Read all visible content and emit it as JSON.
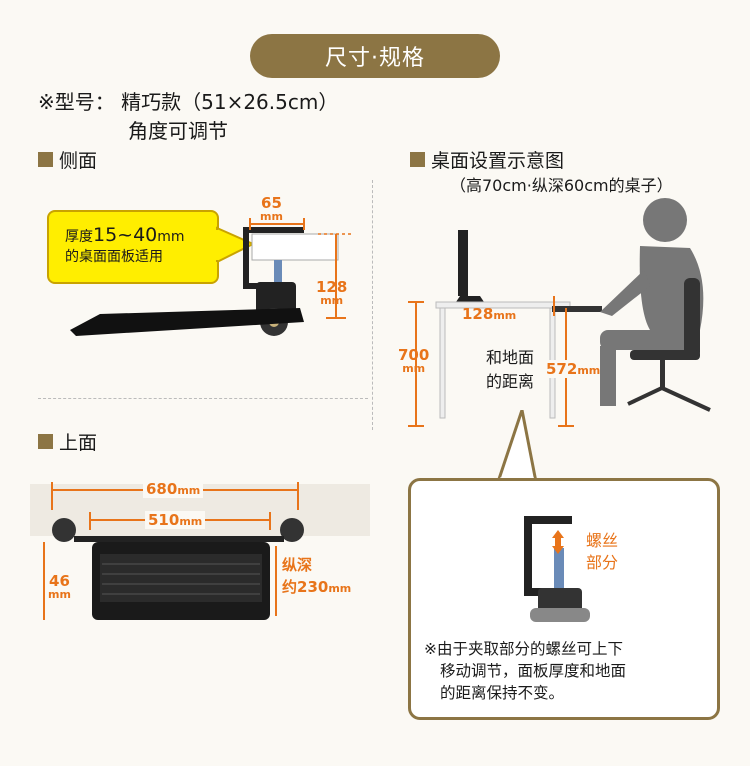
{
  "banner": {
    "title": "尺寸·规格"
  },
  "model": {
    "line1": "※型号：  精巧款（51×26.5cm）",
    "line2": "角度可调节"
  },
  "side": {
    "heading": "侧面"
  },
  "callout": {
    "text_a": "厚度",
    "range": "15~40",
    "unit": "mm",
    "text_b": "的桌面面板适用"
  },
  "side_dims": {
    "width_val": "65",
    "width_unit": "mm",
    "height_val": "128",
    "height_unit": "mm"
  },
  "top": {
    "heading": "上面"
  },
  "top_dims": {
    "outer_val": "680",
    "outer_unit": "mm",
    "inner_val": "510",
    "inner_unit": "mm",
    "height_val": "46",
    "height_unit": "mm",
    "depth_label": "纵深",
    "depth_prefix": "约",
    "depth_val": "230",
    "depth_unit": "mm"
  },
  "desk": {
    "heading": "桌面设置示意图",
    "subheading": "（高70cm·纵深60cm的桌子）",
    "offset_val": "128",
    "offset_unit": "mm",
    "table_val": "700",
    "table_unit": "mm",
    "floor_label_1": "和地面",
    "floor_label_2": "的距离",
    "floor_val": "572",
    "floor_unit": "mm"
  },
  "detail": {
    "label_1": "螺丝",
    "label_2": "部分"
  },
  "note": {
    "line1": "※由于夹取部分的螺丝可上下",
    "line2": "移动调节，面板厚度和地面",
    "line3": "的距离保持不变。"
  }
}
